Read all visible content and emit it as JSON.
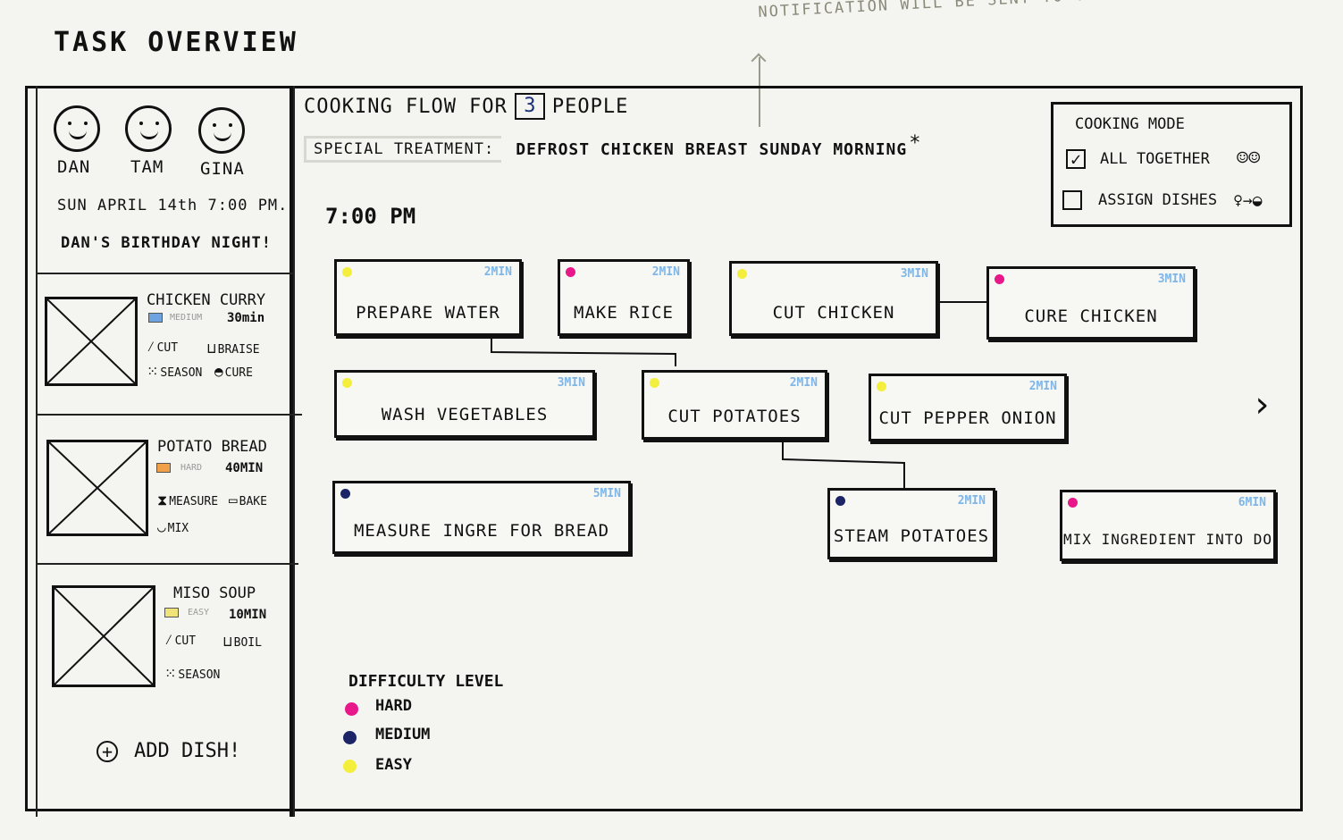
{
  "page": {
    "title": "TASK OVERVIEW",
    "note": "NOTIFICATION WILL BE SENT TO GROUP"
  },
  "sidebar": {
    "members": [
      {
        "name": "DAN"
      },
      {
        "name": "TAM"
      },
      {
        "name": "GINA"
      }
    ],
    "date": "SUN  APRIL 14th  7:00 PM.",
    "event": "DAN'S BIRTHDAY NIGHT!",
    "dishes": [
      {
        "name": "CHICKEN CURRY",
        "difficulty": "MEDIUM",
        "difficulty_color": "#6fa3e0",
        "duration": "30min",
        "steps": [
          "CUT",
          "BRAISE",
          "SEASON",
          "CURE"
        ]
      },
      {
        "name": "POTATO BREAD",
        "difficulty": "HARD",
        "difficulty_color": "#f0a048",
        "duration": "40MIN",
        "steps": [
          "MEASURE",
          "BAKE",
          "MIX"
        ]
      },
      {
        "name": "MISO SOUP",
        "difficulty": "EASY",
        "difficulty_color": "#f2e27a",
        "duration": "10MIN",
        "steps": [
          "CUT",
          "BOIL",
          "SEASON"
        ]
      }
    ],
    "add_dish": "ADD DISH!"
  },
  "main": {
    "header_prefix": "COOKING FLOW FOR",
    "people_count": "3",
    "header_suffix": "PEOPLE",
    "special_label": "SPECIAL TREATMENT:",
    "special_text": "DEFROST CHICKEN BREAST SUNDAY MORNING",
    "asterisk": "*",
    "start_time": "7:00 PM",
    "next_glyph": "›",
    "tasks": [
      {
        "label": "PREPARE WATER",
        "duration": "2MIN",
        "level": "EASY"
      },
      {
        "label": "MAKE RICE",
        "duration": "2MIN",
        "level": "HARD"
      },
      {
        "label": "CUT CHICKEN",
        "duration": "3MIN",
        "level": "EASY"
      },
      {
        "label": "CURE CHICKEN",
        "duration": "3MIN",
        "level": "HARD"
      },
      {
        "label": "WASH VEGETABLES",
        "duration": "3MIN",
        "level": "EASY"
      },
      {
        "label": "CUT POTATOES",
        "duration": "2MIN",
        "level": "EASY"
      },
      {
        "label": "CUT PEPPER ONION",
        "duration": "2MIN",
        "level": "EASY"
      },
      {
        "label": "MEASURE INGRE FOR BREAD",
        "duration": "5MIN",
        "level": "MEDIUM"
      },
      {
        "label": "STEAM POTATOES",
        "duration": "2MIN",
        "level": "MEDIUM"
      },
      {
        "label": "MIX INGREDIENT INTO DO",
        "duration": "6MIN",
        "level": "HARD"
      }
    ]
  },
  "mode": {
    "title": "COOKING MODE",
    "options": [
      {
        "label": "ALL TOGETHER",
        "checked": true,
        "icon": "group-icon"
      },
      {
        "label": "ASSIGN DISHES",
        "checked": false,
        "icon": "person-to-dish-icon"
      }
    ]
  },
  "legend": {
    "title": "DIFFICULTY LEVEL",
    "items": [
      {
        "label": "HARD",
        "color": "#e8188a"
      },
      {
        "label": "MEDIUM",
        "color": "#1a2466"
      },
      {
        "label": "EASY",
        "color": "#f3ef3c"
      }
    ]
  },
  "colors": {
    "hard": "#e8188a",
    "medium": "#1a2466",
    "easy": "#f3ef3c",
    "duration_text": "#7fb6e8"
  }
}
